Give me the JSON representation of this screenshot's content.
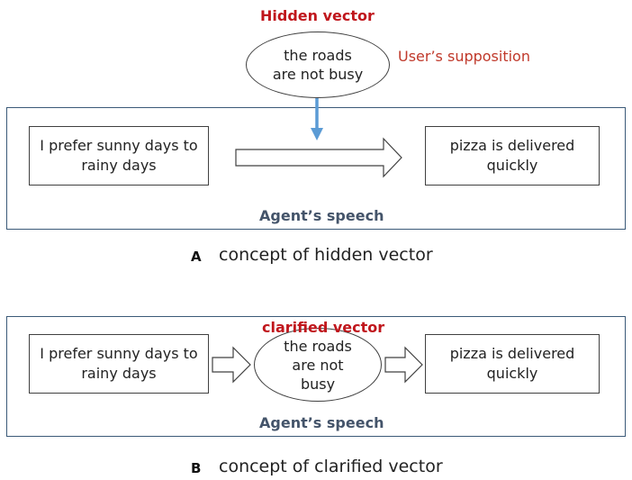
{
  "panel_a": {
    "hidden_vector_label": "Hidden vector",
    "supposition_label": "User’s supposition",
    "ellipse_text": "the roads\nare not busy",
    "left_box_text": "I prefer sunny days to\nrainy days",
    "right_box_text": "pizza is delivered\nquickly",
    "speech_label": "Agent’s speech",
    "caption_letter": "A",
    "caption_text": "concept of hidden vector",
    "arrow_color": "#5b9bd5"
  },
  "panel_b": {
    "clarified_vector_label": "clarified vector",
    "ellipse_text": "the roads\nare not\nbusy",
    "left_box_text": "I prefer sunny days to\nrainy days",
    "right_box_text": "pizza is delivered\nquickly",
    "speech_label": "Agent’s speech",
    "caption_letter": "B",
    "caption_text": "concept of clarified vector"
  },
  "colors": {
    "panel_border": "#3b5a78",
    "red_label": "#c0161c",
    "speech_label": "#44546a"
  }
}
